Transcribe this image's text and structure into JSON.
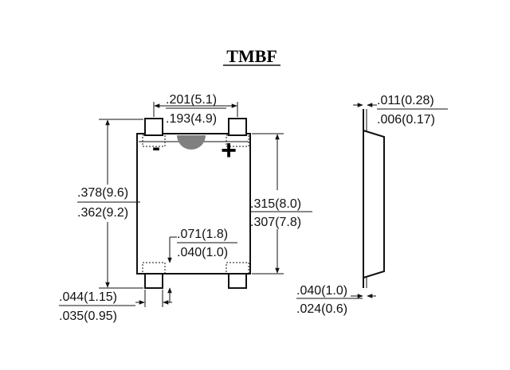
{
  "title": "TMBF",
  "polarity": {
    "negative": "-",
    "positive": "+"
  },
  "dimensions": {
    "lead_spacing": {
      "max": ".201(5.1)",
      "min": ".193(4.9)"
    },
    "body_height": {
      "max": ".378(9.6)",
      "min": ".362(9.2)"
    },
    "body_width": {
      "max": ".315(8.0)",
      "min": ".307(7.8)"
    },
    "lead_length": {
      "max": ".071(1.8)",
      "min": ".040(1.0)"
    },
    "lead_width": {
      "max": ".044(1.15)",
      "min": ".035(0.95)"
    },
    "lead_thickness": {
      "max": ".011(0.28)",
      "min": ".006(0.17)"
    },
    "body_thickness": {
      "max": ".040(1.0)",
      "min": ".024(0.6)"
    }
  },
  "colors": {
    "line": "#111111",
    "notch": "#808080"
  }
}
